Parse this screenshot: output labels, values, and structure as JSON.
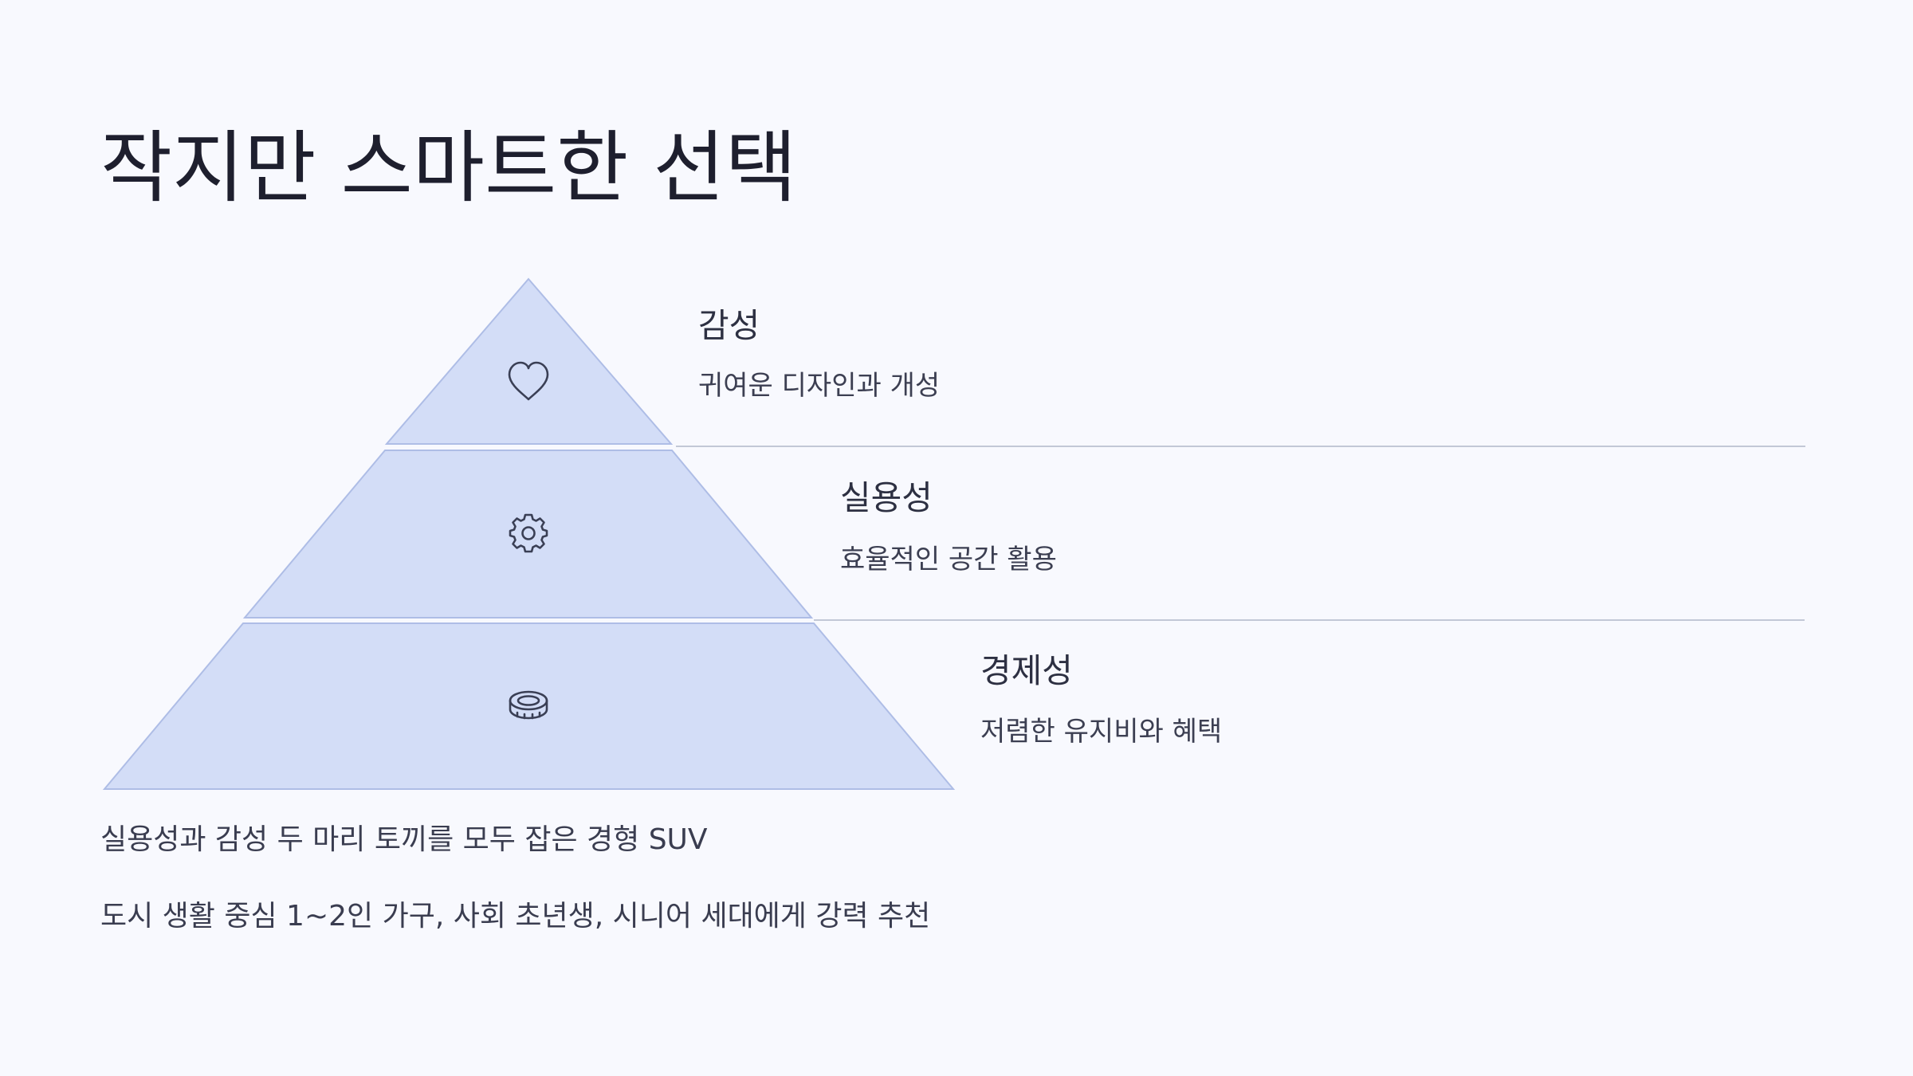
{
  "slide": {
    "title": "작지만 스마트한 선택"
  },
  "pyramid": {
    "tiers": [
      {
        "title": "감성",
        "description": "귀여운 디자인과 개성",
        "icon": "heart-icon"
      },
      {
        "title": "실용성",
        "description": "효율적인 공간 활용",
        "icon": "gear-icon"
      },
      {
        "title": "경제성",
        "description": "저렴한 유지비와 혜택",
        "icon": "coin-icon"
      }
    ],
    "fill_color": "#d3ddf7",
    "stroke_color": "#aebde6"
  },
  "summary": {
    "line1": "실용성과 감성 두 마리 토끼를 모두 잡은 경형 SUV",
    "line2": "도시 생활 중심 1~2인 가구, 사회 초년생, 시니어 세대에게 강력 추천"
  }
}
